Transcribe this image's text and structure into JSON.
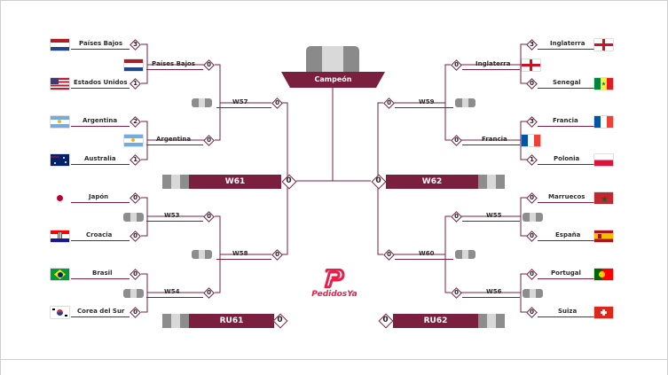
{
  "champion_label": "Campeón",
  "brand": {
    "name": "PedidosYa",
    "color": "#e91e4b"
  },
  "colors": {
    "maroon": "#7a1f3d",
    "line": "#7a1f3d"
  },
  "left": {
    "r16": [
      {
        "team": "Países Bajos",
        "score": "3",
        "flag": "netherlands"
      },
      {
        "team": "Estados Unidos",
        "score": "1",
        "flag": "usa"
      },
      {
        "team": "Argentina",
        "score": "2",
        "flag": "argentina"
      },
      {
        "team": "Australia",
        "score": "1",
        "flag": "australia"
      },
      {
        "team": "Japón",
        "score": "0",
        "flag": "japan"
      },
      {
        "team": "Croacia",
        "score": "0",
        "flag": "croatia"
      },
      {
        "team": "Brasil",
        "score": "0",
        "flag": "brazil"
      },
      {
        "team": "Corea del Sur",
        "score": "0",
        "flag": "korea"
      }
    ],
    "qf": [
      {
        "team": "Países Bajos",
        "score": "0",
        "flag": "netherlands"
      },
      {
        "team": "Argentina",
        "score": "0",
        "flag": "argentina"
      },
      {
        "team": "W53",
        "score": "0",
        "flag": ""
      },
      {
        "team": "W54",
        "score": "0",
        "flag": ""
      }
    ],
    "sf": [
      {
        "team": "W57",
        "score": "0"
      },
      {
        "team": "W58",
        "score": "0"
      }
    ],
    "final": {
      "team": "W61",
      "score": "0"
    },
    "third": {
      "team": "RU61",
      "score": "0"
    }
  },
  "right": {
    "r16": [
      {
        "team": "Inglaterra",
        "score": "3",
        "flag": "england"
      },
      {
        "team": "Senegal",
        "score": "0",
        "flag": "senegal"
      },
      {
        "team": "Francia",
        "score": "3",
        "flag": "france"
      },
      {
        "team": "Polonia",
        "score": "1",
        "flag": "poland"
      },
      {
        "team": "Marruecos",
        "score": "0",
        "flag": "morocco"
      },
      {
        "team": "España",
        "score": "0",
        "flag": "spain"
      },
      {
        "team": "Portugal",
        "score": "0",
        "flag": "portugal"
      },
      {
        "team": "Suiza",
        "score": "0",
        "flag": "switzerland"
      }
    ],
    "qf": [
      {
        "team": "Inglaterra",
        "score": "0",
        "flag": "england"
      },
      {
        "team": "Francia",
        "score": "0",
        "flag": "france"
      },
      {
        "team": "W55",
        "score": "0",
        "flag": ""
      },
      {
        "team": "W56",
        "score": "0",
        "flag": ""
      }
    ],
    "sf": [
      {
        "team": "W59",
        "score": "0"
      },
      {
        "team": "W60",
        "score": "0"
      }
    ],
    "final": {
      "team": "W62",
      "score": "0"
    },
    "third": {
      "team": "RU62",
      "score": "0"
    }
  }
}
